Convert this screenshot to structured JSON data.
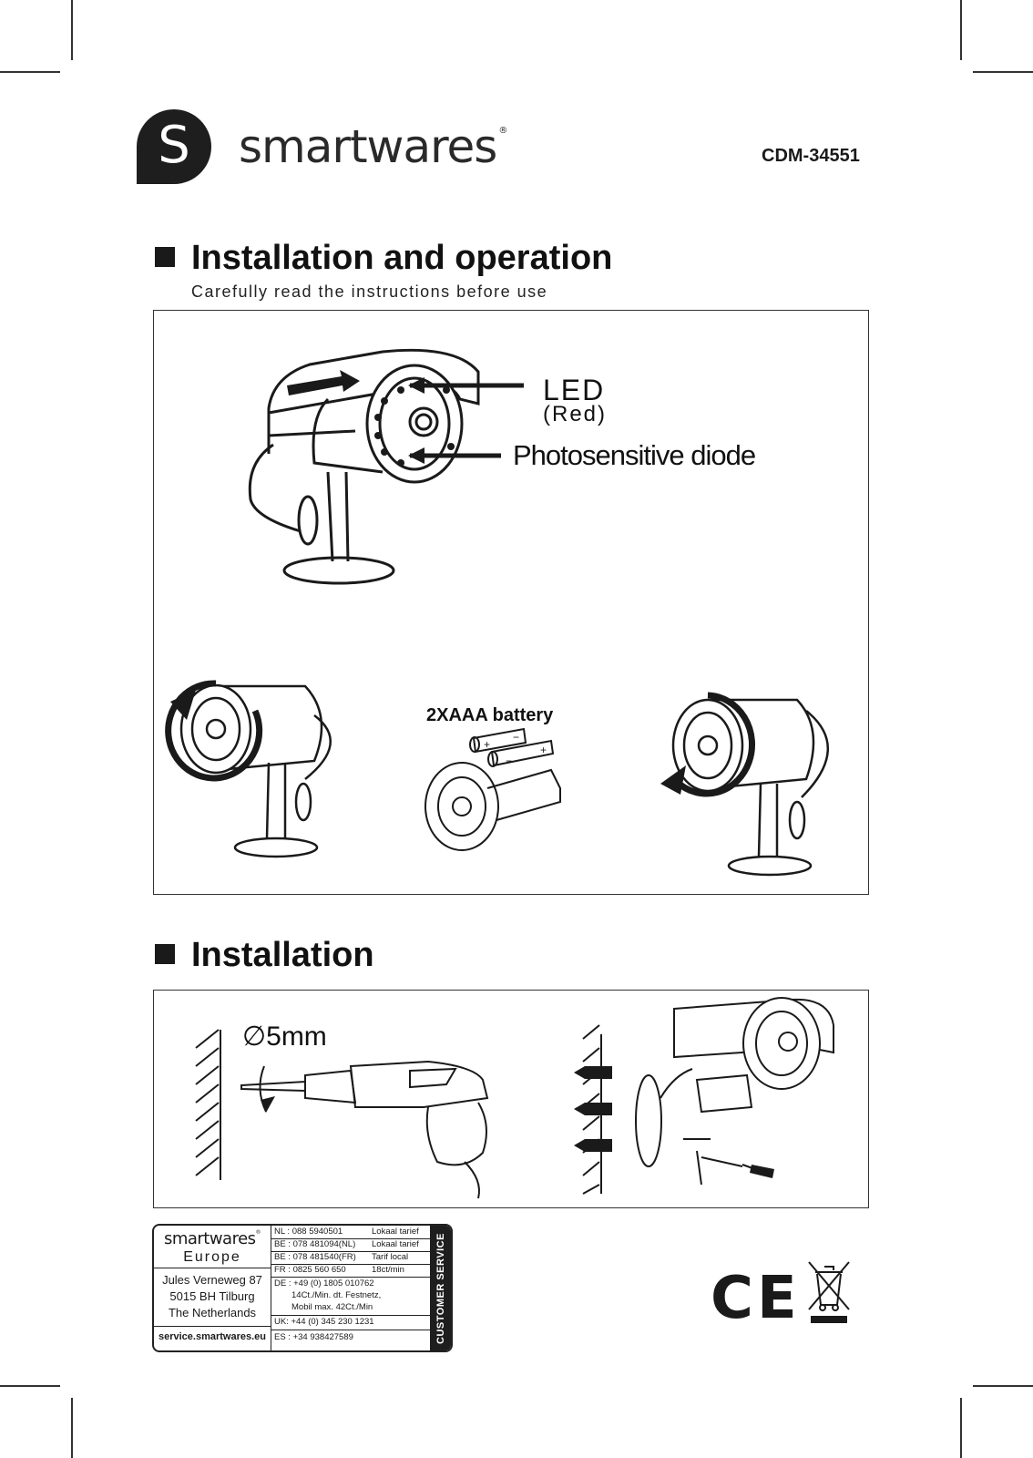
{
  "header": {
    "logo_letter": "S",
    "brand": "smartwares",
    "registered": "®",
    "model": "CDM-34551"
  },
  "section1": {
    "title": "Installation and operation",
    "subtitle": "Carefully read the instructions before use",
    "led_label": "LED",
    "led_sub": "(Red)",
    "diode_label": "Photosensitive diode",
    "battery_label": "2XAAA  battery",
    "battery_signs": [
      "+",
      "−",
      "−",
      "+"
    ]
  },
  "section2": {
    "title": "Installation",
    "drill_size": "∅5mm"
  },
  "footer": {
    "brand": "smartwares",
    "registered": "®",
    "region": "Europe",
    "address": [
      "Jules Verneweg 87",
      "5015 BH Tilburg",
      "The Netherlands"
    ],
    "website": "service.smartwares.eu",
    "service_label": "CUSTOMER SERVICE",
    "contacts": [
      {
        "text": "NL : 088 5940501",
        "note": "Lokaal tarief"
      },
      {
        "text": "BE : 078 481094(NL)",
        "note": "Lokaal tarief"
      },
      {
        "text": "BE : 078 481540(FR)",
        "note": "Tarif local"
      },
      {
        "text": "FR : 0825 560 650",
        "note": "18ct/min"
      },
      {
        "text": "DE : +49 (0) 1805 010762",
        "note": ""
      },
      {
        "text": "14Ct./Min. dt. Festnetz,",
        "note": ""
      },
      {
        "text": "Mobil max. 42Ct./Min",
        "note": ""
      },
      {
        "text": "UK: +44 (0) 345 230 1231",
        "note": ""
      },
      {
        "text": "ES : +34  938427589",
        "note": ""
      }
    ],
    "ce_mark": "CE"
  }
}
